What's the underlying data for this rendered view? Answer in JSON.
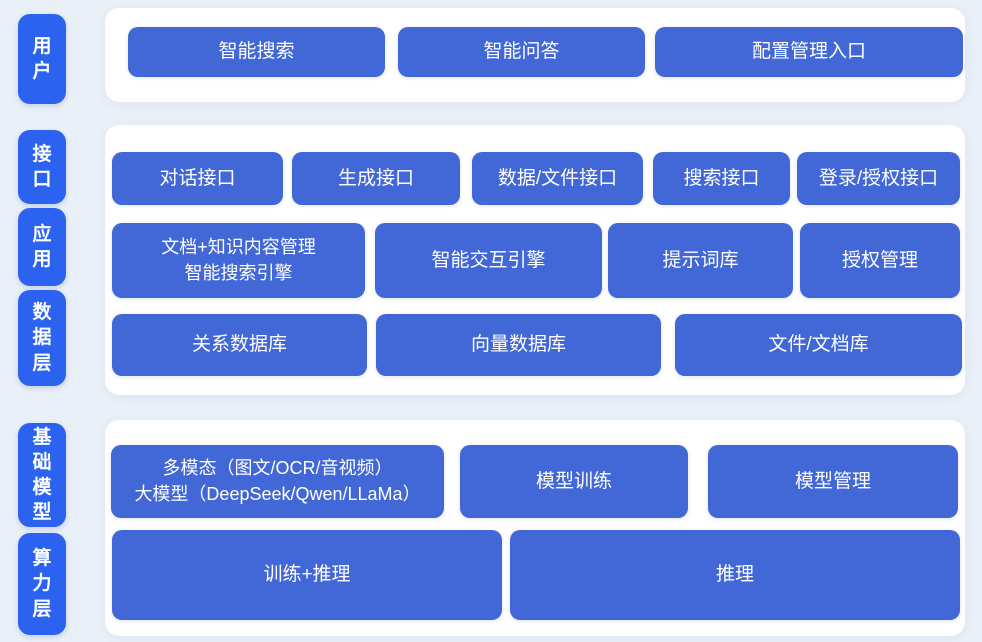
{
  "colors": {
    "background": "#eaf0f8",
    "panel": "#ffffff",
    "label_blue": "#2b63f0",
    "button_blue": "#4267d6",
    "button_text": "#ffffff"
  },
  "layers": {
    "user": {
      "label": "用户",
      "buttons": {
        "smart_search": "智能搜索",
        "smart_qa": "智能问答",
        "config_entry": "配置管理入口"
      }
    },
    "platform": {
      "labels": {
        "interface": "接口",
        "application": "应用",
        "data_layer": "数据层"
      },
      "interface_row": {
        "dialog_api": "对话接口",
        "generation_api": "生成接口",
        "data_file_api": "数据/文件接口",
        "search_api": "搜索接口",
        "login_auth_api": "登录/授权接口"
      },
      "application_row": {
        "doc_knowledge_line1": "文档+知识内容管理",
        "doc_knowledge_line2": "智能搜索引擎",
        "interaction_engine": "智能交互引擎",
        "prompt_library": "提示词库",
        "auth_management": "授权管理"
      },
      "data_row": {
        "relational_db": "关系数据库",
        "vector_db": "向量数据库",
        "file_doc_store": "文件/文档库"
      }
    },
    "foundation": {
      "labels": {
        "base_model": "基础模型",
        "compute_layer": "算力层"
      },
      "model_row": {
        "multimodal_line1": "多模态（图文/OCR/音视频）",
        "multimodal_line2": "大模型（DeepSeek/Qwen/LLaMa）",
        "model_training": "模型训练",
        "model_management": "模型管理"
      },
      "compute_row": {
        "train_inference": "训练+推理",
        "inference": "推理"
      }
    }
  }
}
